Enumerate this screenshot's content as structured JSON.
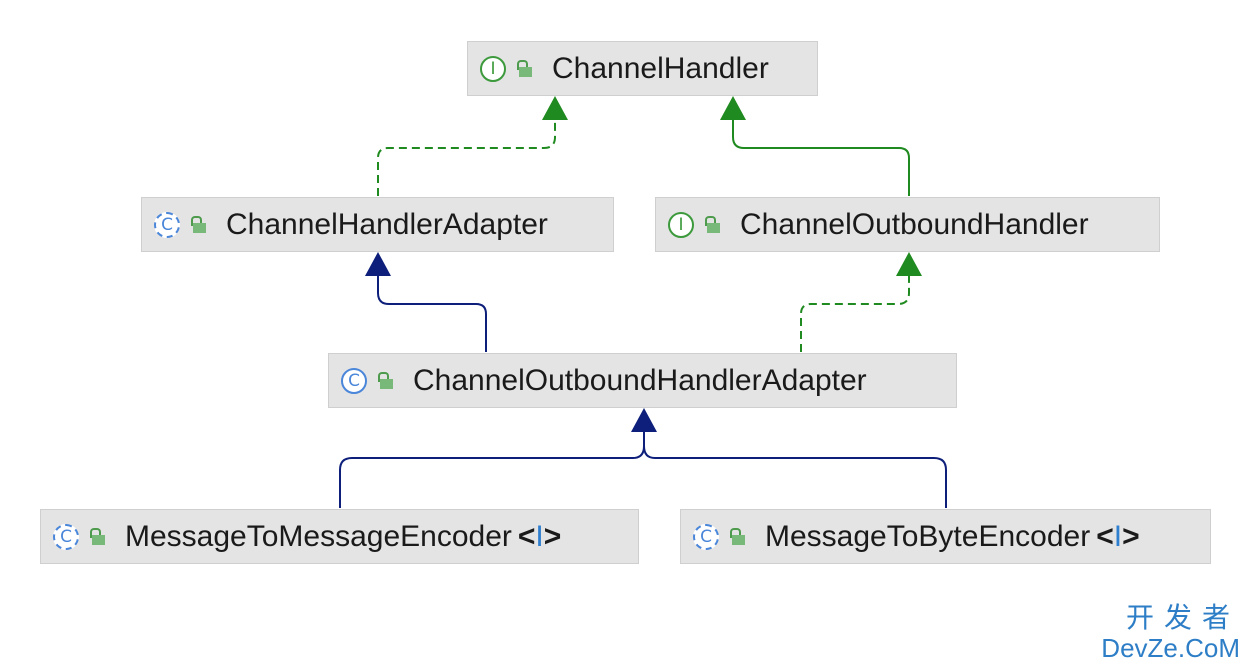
{
  "nodes": {
    "channel_handler": {
      "label": "ChannelHandler",
      "kind": "interface",
      "icon": "interface-icon"
    },
    "channel_handler_adapter": {
      "label": "ChannelHandlerAdapter",
      "kind": "abstract-class",
      "icon": "abstract-class-icon"
    },
    "channel_outbound_handler": {
      "label": "ChannelOutboundHandler",
      "kind": "interface",
      "icon": "interface-icon"
    },
    "channel_outbound_handler_adapter": {
      "label": "ChannelOutboundHandlerAdapter",
      "kind": "class",
      "icon": "class-icon"
    },
    "message_to_message_encoder": {
      "label": "MessageToMessageEncoder",
      "type_param": "I",
      "kind": "abstract-class",
      "icon": "abstract-class-icon"
    },
    "message_to_byte_encoder": {
      "label": "MessageToByteEncoder",
      "type_param": "I",
      "kind": "abstract-class",
      "icon": "abstract-class-icon"
    }
  },
  "edges": [
    {
      "from": "channel_handler_adapter",
      "to": "channel_handler",
      "relation": "implements",
      "style": "dashed",
      "color": "#1f8a1f"
    },
    {
      "from": "channel_outbound_handler",
      "to": "channel_handler",
      "relation": "extends-interface",
      "style": "solid",
      "color": "#1f8a1f"
    },
    {
      "from": "channel_outbound_handler_adapter",
      "to": "channel_handler_adapter",
      "relation": "extends",
      "style": "solid",
      "color": "#0d1f7a"
    },
    {
      "from": "channel_outbound_handler_adapter",
      "to": "channel_outbound_handler",
      "relation": "implements",
      "style": "dashed",
      "color": "#1f8a1f"
    },
    {
      "from": "message_to_message_encoder",
      "to": "channel_outbound_handler_adapter",
      "relation": "extends",
      "style": "solid",
      "color": "#0d1f7a"
    },
    {
      "from": "message_to_byte_encoder",
      "to": "channel_outbound_handler_adapter",
      "relation": "extends",
      "style": "solid",
      "color": "#0d1f7a"
    }
  ],
  "icons": {
    "interface_letter": "I",
    "class_letter": "C",
    "visibility": "public-lock-icon"
  },
  "colors": {
    "node_background": "#e4e4e4",
    "implements_arrow": "#1f8a1f",
    "extends_arrow": "#0d1f7a",
    "interface_icon": "#3c9a3c",
    "class_icon": "#4a86d9"
  },
  "watermark": {
    "line1": "开发者",
    "line2": "DevZe.CoM"
  }
}
